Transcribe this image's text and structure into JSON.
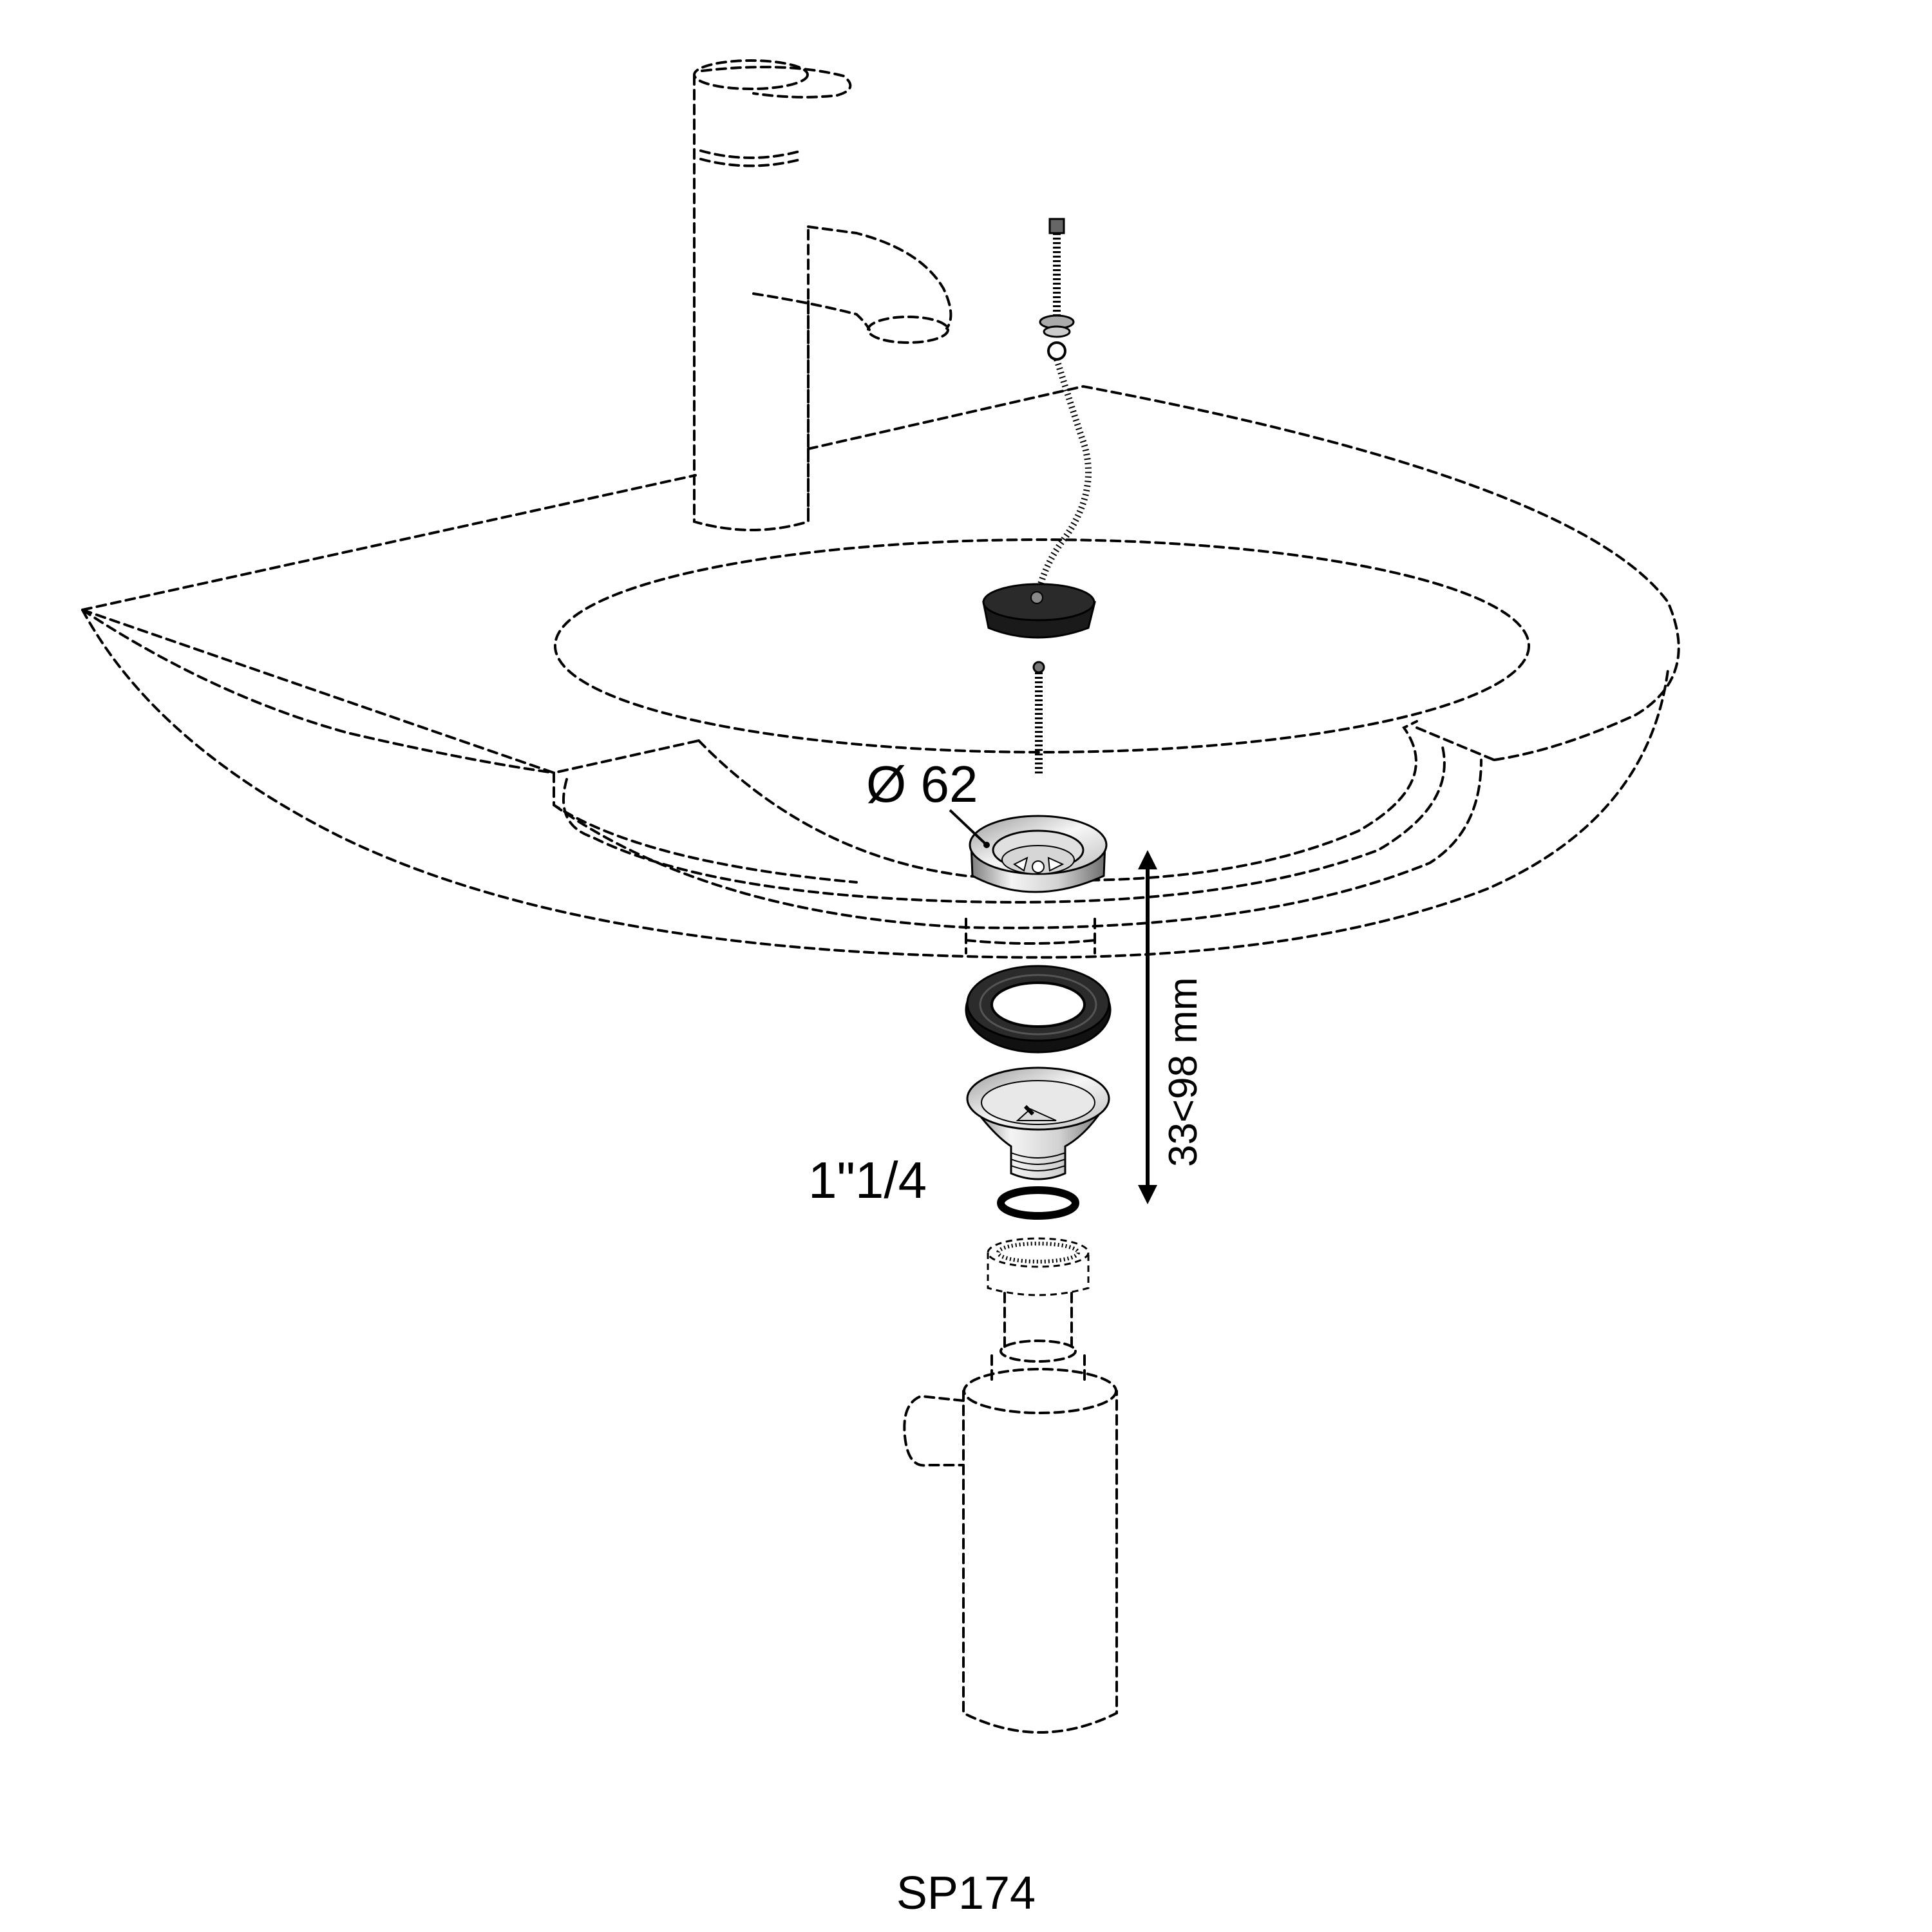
{
  "labels": {
    "diameter": "Ø 62",
    "height_range": "33<98 mm",
    "thread": "1\"1/4",
    "model": "SP174"
  },
  "colors": {
    "line": "#000000",
    "metal_light": "#f2f2f2",
    "metal_dark": "#8a8a8a",
    "rubber": "#1a1a1a"
  },
  "parts": [
    "faucet-icon",
    "sink-basin-icon",
    "chain-icon",
    "stopper-plug-icon",
    "drain-flange-icon",
    "rubber-gasket-icon",
    "drain-body-icon",
    "o-ring-icon",
    "bottle-trap-icon"
  ]
}
